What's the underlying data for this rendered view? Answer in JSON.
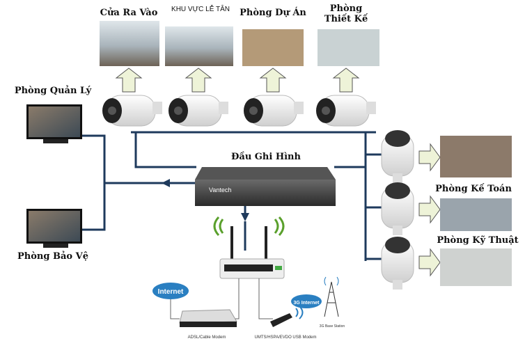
{
  "rooms_top": [
    {
      "label": "Cửa Ra Vào"
    },
    {
      "label": "KHU VỰC LỄ TÂN"
    },
    {
      "label": "Phòng Dự Án"
    },
    {
      "label": "Phòng Thiết Kế"
    }
  ],
  "rooms_right": [
    {
      "label": "Phòng Kế Toán"
    },
    {
      "label": "Phòng Kỹ Thuật"
    }
  ],
  "monitors": {
    "top": "Phòng Quản Lý",
    "bottom": "Phòng Bảo Vệ"
  },
  "dvr": {
    "label": "Đầu Ghi Hình",
    "brand": "Vantech"
  },
  "network": {
    "internet": "Internet",
    "internet_3g": "3G Internet",
    "adsl": "ADSL/Cable Modem",
    "usb": "UMTS/HSPA/EVDO USB Modem",
    "base": "3G Base Station"
  },
  "colors": {
    "line": "#1e3a5c",
    "arrow_fill": "#eef3d8",
    "arrow_stroke": "#555",
    "cloud": "#2a7fc1"
  }
}
